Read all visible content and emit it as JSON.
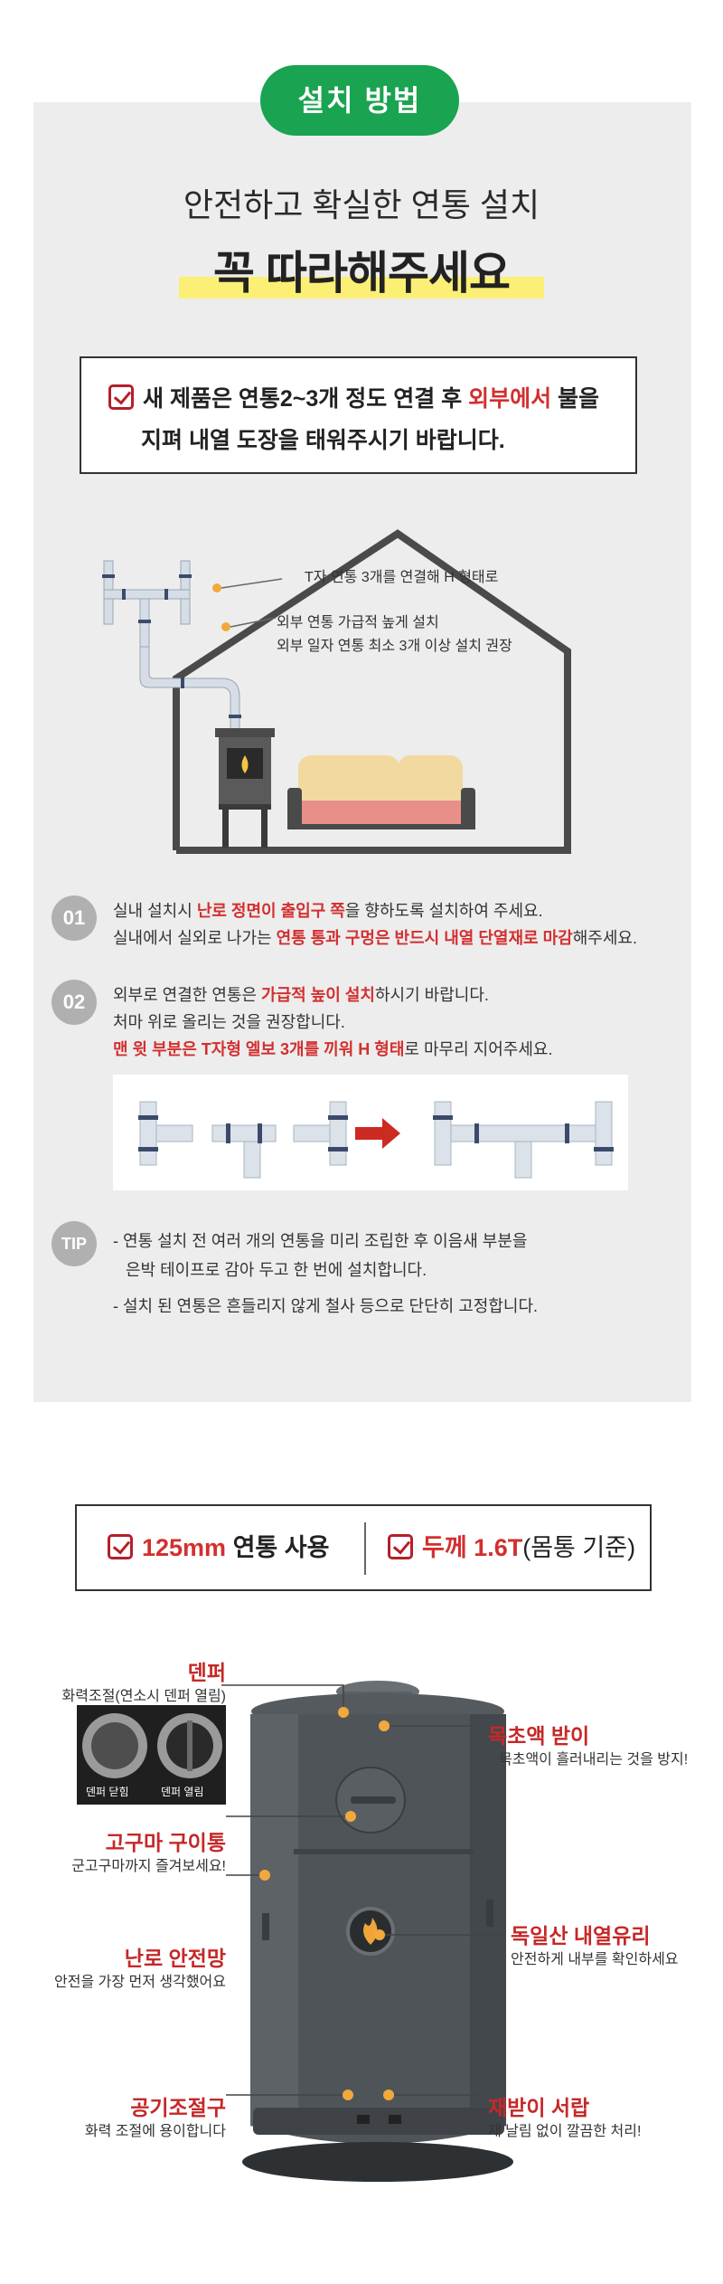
{
  "header": {
    "pill_label": "설치 방법"
  },
  "titles": {
    "subtitle": "안전하고 확실한 연통 설치",
    "main": "꼭 따라해주세요"
  },
  "notice": {
    "line1_a": "새 제품은 연통2~3개 정도 연결 후 ",
    "line1_red": "외부에서",
    "line1_b": " 불을",
    "line2": "지펴 내열 도장을 태워주시기 바랍니다."
  },
  "diagram": {
    "callout1": "T자 연통 3개를 연결해 H 형태로",
    "callout2_line1": "외부 연통 가급적 높게 설치",
    "callout2_line2": "외부 일자 연통 최소 3개 이상 설치 권장"
  },
  "steps": [
    {
      "badge": "01",
      "l1_a": "실내 설치시 ",
      "l1_red": "난로 정면이 출입구 쪽",
      "l1_b": "을 향하도록 설치하여 주세요.",
      "l2_a": "실내에서 실외로 나가는 ",
      "l2_red": "연통 통과 구멍은 반드시 내열 단열재로 마감",
      "l2_b": "해주세요."
    },
    {
      "badge": "02",
      "l1_a": "외부로 연결한 연통은 ",
      "l1_red": "가급적 높이 설치",
      "l1_b": "하시기 바랍니다.",
      "l2": "처마 위로 올리는 것을 권장합니다.",
      "l3_red": "맨 윗 부분은 T자형 엘보 3개를 끼워 H 형태",
      "l3_b": "로 마무리 지어주세요."
    }
  ],
  "tip": {
    "badge": "TIP",
    "l1": "- 연통 설치 전 여러 개의 연통을 미리 조립한 후 이음새 부분을",
    "l2": "은박 테이프로 감아 두고 한 번에 설치합니다.",
    "l3": "- 설치 된 연통은 흔들리지 않게 철사 등으로 단단히 고정합니다."
  },
  "specs": {
    "item1_red": "125mm",
    "item1_b": " 연통 사용",
    "item2_red": "두께 1.6T",
    "item2_b": "(몸통 기준)"
  },
  "parts": {
    "damper": {
      "title": "덴퍼",
      "desc": "화력조절(연소시 덴퍼 열림)"
    },
    "damper_closed": "덴퍼 닫힘",
    "damper_open": "덴퍼 열림",
    "vinegar": {
      "title": "목초액 받이",
      "desc": "목초액이 흘러내리는 것을 방지!"
    },
    "potato": {
      "title": "고구마 구이통",
      "desc": "군고구마까지 즐겨보세요!"
    },
    "guard": {
      "title": "난로 안전망",
      "desc": "안전을 가장 먼저 생각했어요"
    },
    "glass": {
      "title": "독일산 내열유리",
      "desc": "안전하게 내부를 확인하세요"
    },
    "air": {
      "title": "공기조절구",
      "desc": "화력 조절에 용이합니다"
    },
    "ash": {
      "title": "재받이 서랍",
      "desc": "재 날림 없이 깔끔한 처리!"
    }
  },
  "colors": {
    "green": "#1aa351",
    "red": "#d32f2f",
    "highlight": "#fbf075",
    "panel": "#ededed"
  }
}
